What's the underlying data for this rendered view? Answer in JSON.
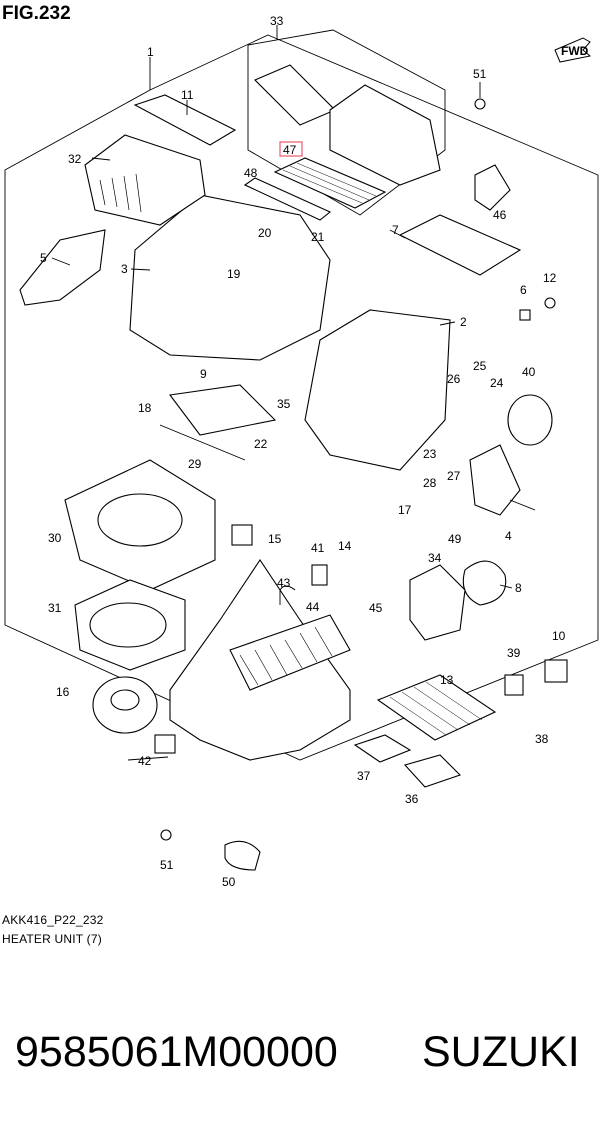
{
  "figure": {
    "title": "FIG.232",
    "code": "AKK416_P22_232",
    "caption": "HEATER UNIT (7)",
    "fwd_label": "FWD",
    "highlight_color": "#e85a6a",
    "callouts": [
      "1",
      "2",
      "3",
      "4",
      "5",
      "6",
      "7",
      "8",
      "9",
      "10",
      "11",
      "12",
      "13",
      "14",
      "15",
      "16",
      "17",
      "18",
      "19",
      "20",
      "21",
      "22",
      "23",
      "24",
      "25",
      "26",
      "27",
      "28",
      "29",
      "30",
      "31",
      "32",
      "33",
      "34",
      "35",
      "36",
      "37",
      "38",
      "39",
      "40",
      "41",
      "42",
      "43",
      "44",
      "45",
      "46",
      "47",
      "48",
      "49",
      "50",
      "51",
      "51"
    ]
  },
  "product": {
    "part_number": "9585061M00000",
    "brand": "SUZUKI"
  }
}
